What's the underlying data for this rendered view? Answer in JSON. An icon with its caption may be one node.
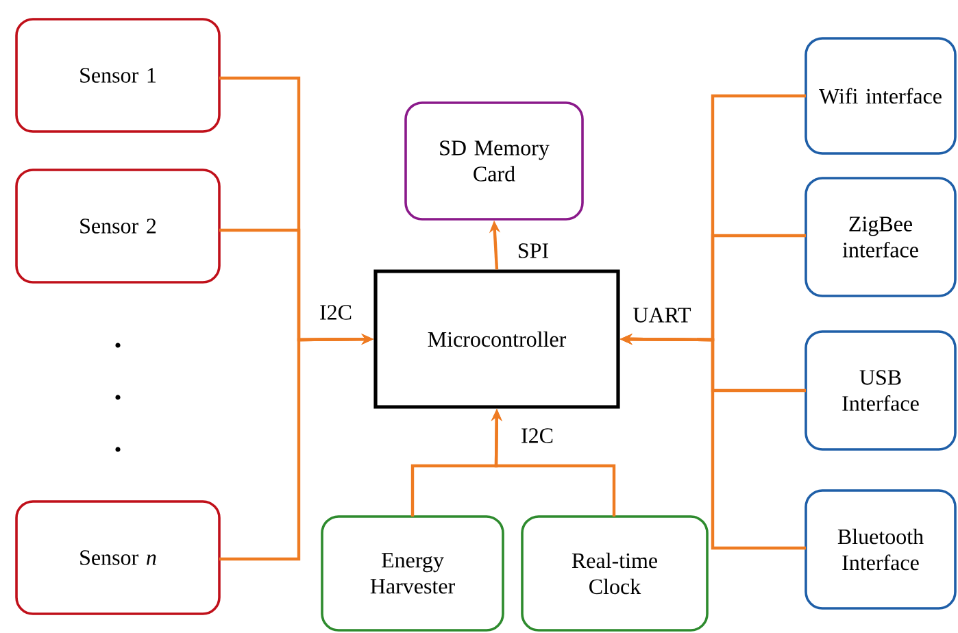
{
  "diagram": {
    "nodes": [
      {
        "text": [
          "Sensor 1"
        ]
      },
      {
        "text": [
          "Sensor 2"
        ]
      },
      {
        "text": [
          "Sensor *n*"
        ]
      },
      {
        "text": [
          "SD Memory Card"
        ]
      },
      {
        "text": [
          "Microcontroller"
        ]
      },
      {
        "text": [
          "Energy Harvester"
        ]
      },
      {
        "text": [
          "Real-time Clock"
        ]
      },
      {
        "text": [
          "Wifi interface"
        ]
      },
      {
        "text": [
          "ZigBee interface"
        ]
      },
      {
        "text": [
          "USB Interface"
        ]
      },
      {
        "text": [
          "Bluetooth Interface"
        ]
      }
    ],
    "edges": [
      {
        "from": 0,
        "to": 4,
        "arrow": "to",
        "label": "I2C"
      },
      {
        "from": 1,
        "to": 4,
        "arrow": "to"
      },
      {
        "from": 2,
        "to": 4,
        "arrow": "to"
      },
      {
        "from": 4,
        "to": 3,
        "arrow": "to",
        "label": "SPI"
      },
      {
        "from": 5,
        "to": 4,
        "arrow": "to",
        "label": "I2C"
      },
      {
        "from": 6,
        "to": 4,
        "arrow": "to"
      },
      {
        "from": 7,
        "to": 4,
        "arrow": "to",
        "label": "UART"
      },
      {
        "from": 8,
        "to": 4,
        "arrow": "to"
      },
      {
        "from": 9,
        "to": 4,
        "arrow": "to"
      },
      {
        "from": 10,
        "to": 4,
        "arrow": "to"
      }
    ]
  }
}
